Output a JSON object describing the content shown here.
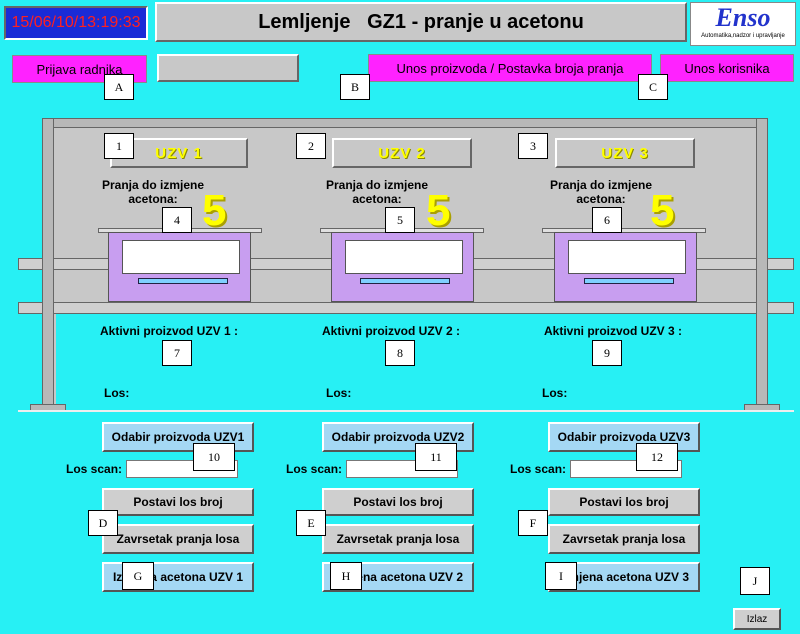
{
  "header": {
    "datetime": "15/06/10/13:19:33",
    "title": "Lemljenje   GZ1 - pranje u acetonu",
    "logo": {
      "text": "Enso",
      "subtitle": "Automatika,nadzor i upravljanje"
    }
  },
  "top_buttons": {
    "prijava": "Prijava radnika",
    "unos_proizvoda": "Unos proizvoda / Postavka broja pranja",
    "unos_korisnika": "Unos korisnika"
  },
  "stations": [
    {
      "title": "UZV 1",
      "pranja_label": "Pranja do izmjene\nacetona:",
      "count": "5",
      "aktivni_label": "Aktivni proizvod UZV 1 :",
      "los_label": "Los:",
      "odabir": "Odabir proizvoda UZV1",
      "los_scan": "Los scan:",
      "postavi": "Postavi los broj",
      "zavrsetak": "Zavrsetak pranja losa",
      "izmjena": "Izmjena acetona UZV 1"
    },
    {
      "title": "UZV 2",
      "pranja_label": "Pranja do izmjene\nacetona:",
      "count": "5",
      "aktivni_label": "Aktivni proizvod UZV 2 :",
      "los_label": "Los:",
      "odabir": "Odabir proizvoda UZV2",
      "los_scan": "Los scan:",
      "postavi": "Postavi los broj",
      "zavrsetak": "Zavrsetak pranja losa",
      "izmjena": "Izmjena acetona UZV 2"
    },
    {
      "title": "UZV 3",
      "pranja_label": "Pranja do izmjene\nacetona:",
      "count": "5",
      "aktivni_label": "Aktivni proizvod UZV 3 :",
      "los_label": "Los:",
      "odabir": "Odabir proizvoda UZV3",
      "los_scan": "Los scan:",
      "postavi": "Postavi los broj",
      "zavrsetak": "Zavrsetak pranja losa",
      "izmjena": "Izmjena acetona UZV 3"
    }
  ],
  "izlaz": "Izlaz",
  "markers": {
    "A": "A",
    "B": "B",
    "C": "C",
    "D": "D",
    "E": "E",
    "F": "F",
    "G": "G",
    "H": "H",
    "I": "I",
    "J": "J",
    "n1": "1",
    "n2": "2",
    "n3": "3",
    "n4": "4",
    "n5": "5",
    "n6": "6",
    "n7": "7",
    "n8": "8",
    "n9": "9",
    "n10": "10",
    "n11": "11",
    "n12": "12"
  },
  "colors": {
    "background": "#27f0f4",
    "accent_magenta": "#ff22ff",
    "datetime_bg": "#1a2bd6",
    "datetime_fg": "#ff2020",
    "highlight_yellow": "#ffff00",
    "tank_purple": "#c89ef0"
  }
}
